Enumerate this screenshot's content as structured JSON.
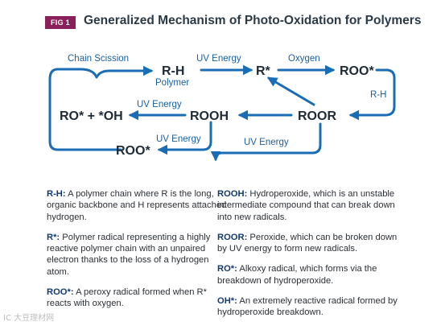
{
  "header": {
    "badge": "FIG 1",
    "title": "Generalized Mechanism of Photo-Oxidation for Polymers"
  },
  "colors": {
    "badge": "#8a1f5a",
    "arrow": "#1a6db5",
    "label": "#1a5f9e",
    "node": "#1e2a36",
    "term": "#123a6a"
  },
  "diagram": {
    "nodes": {
      "rh": "R-H",
      "rh_sub": "Polymer",
      "rstar": "R*",
      "roo_top": "ROO*",
      "ro_oh": "RO* + *OH",
      "rooh": "ROOH",
      "roor": "ROOR",
      "roo_bottom": "ROO*"
    },
    "edges": {
      "chain_scission": "Chain Scission",
      "uv_top": "UV Energy",
      "oxygen": "Oxygen",
      "rh_right": "R-H",
      "uv_middle": "UV Energy",
      "uv_lower_left": "UV Energy",
      "uv_lower_right": "UV Energy"
    }
  },
  "definitions": {
    "left": [
      {
        "term": "R-H:",
        "text": "A polymer chain where R is the long, organic backbone and H represents attached hydrogen."
      },
      {
        "term": "R*:",
        "text": "Polymer radical representing a highly reactive polymer chain with an unpaired electron thanks to the loss of a hydrogen atom."
      },
      {
        "term": "ROO*:",
        "text": "A peroxy radical formed when R* reacts with oxygen."
      }
    ],
    "right": [
      {
        "term": "ROOH:",
        "text": "Hydroperoxide, which is an unstable intermediate compound that can break down into new radicals."
      },
      {
        "term": "ROOR:",
        "text": "Peroxide, which can be broken down by UV energy to form new radicals."
      },
      {
        "term": "RO*:",
        "text": "Alkoxy radical, which forms via the breakdown of hydroperoxide."
      },
      {
        "term": "OH*:",
        "text": "An extremely reactive radical formed by hydroperoxide breakdown."
      }
    ]
  },
  "watermark": "IC 大豆理材网"
}
